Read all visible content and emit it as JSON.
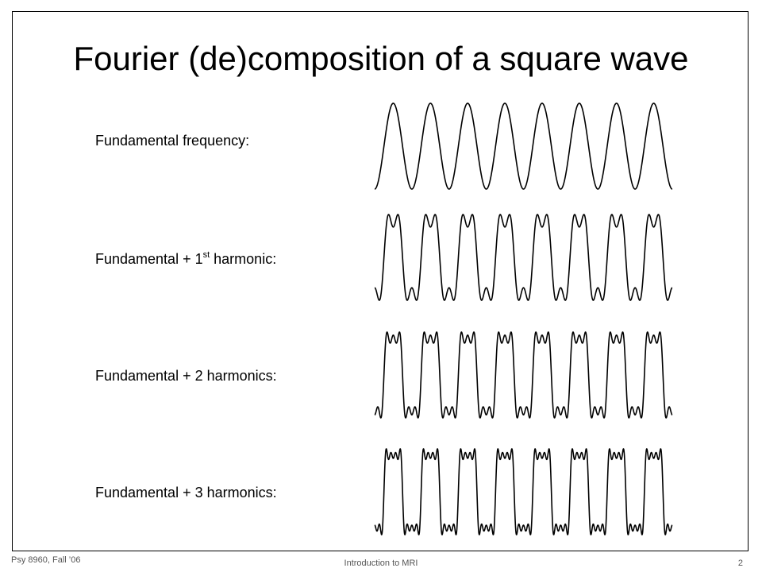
{
  "slide": {
    "title": "Fourier (de)composition of a square wave",
    "rows": [
      {
        "label": "Fundamental frequency:",
        "harmonics": 0
      },
      {
        "label_pre": "Fundamental + 1",
        "label_sup": "st",
        "label_post": " harmonic:",
        "harmonics": 1
      },
      {
        "label": "Fundamental + 2 harmonics:",
        "harmonics": 2
      },
      {
        "label": "Fundamental + 3 harmonics:",
        "harmonics": 3
      }
    ],
    "cycles": 8
  },
  "footer": {
    "left": "Psy 8960, Fall ’06",
    "center": "Introduction to MRI",
    "page_number": "2"
  },
  "colors": {
    "frame": "#000000",
    "wave": "#000000",
    "footer_text": "#555555"
  }
}
